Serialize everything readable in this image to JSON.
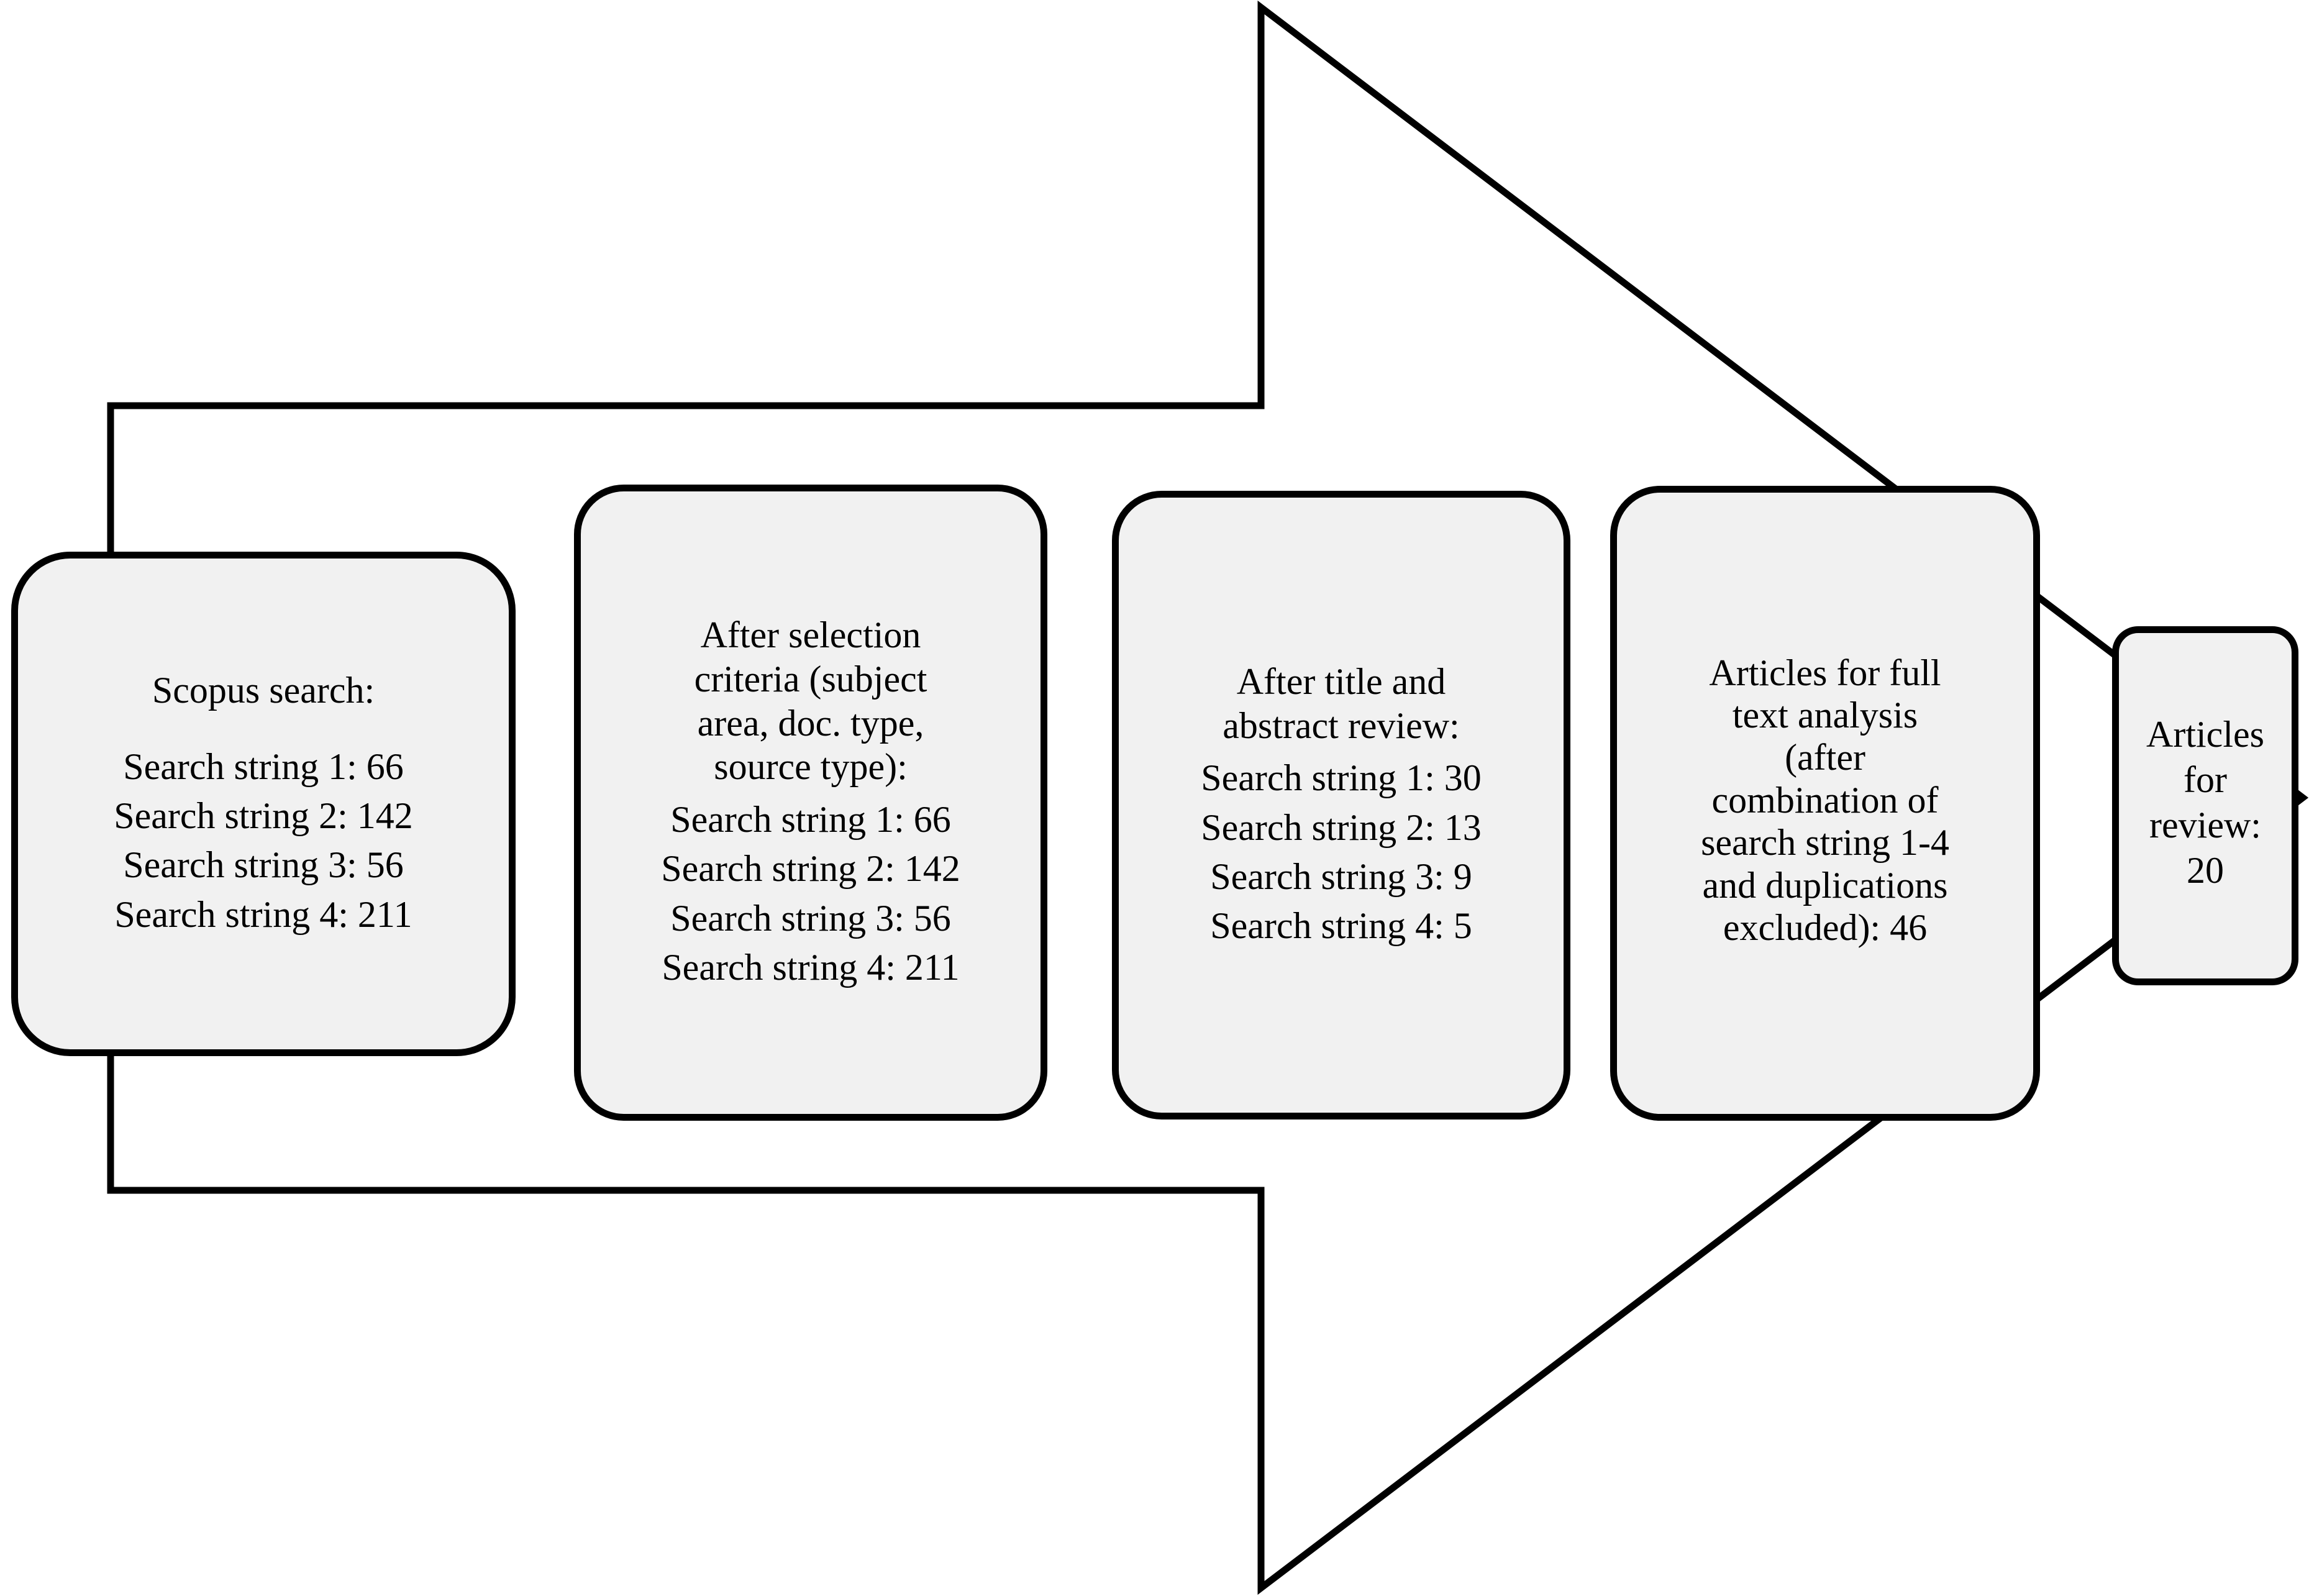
{
  "diagram": {
    "title": "Literature search and screening flow",
    "background_color": "#ffffff",
    "box_fill_color": "#f1f1f1",
    "box_border_color": "#000000",
    "arrow_line_color": "#000000",
    "arrow_shape_name": "right-pointing-block-arrow"
  },
  "stages": [
    {
      "id": "scopus-search",
      "heading": "Scopus search:",
      "lines": [
        "Search string 1: 66",
        "Search string 2: 142",
        "Search string 3: 56",
        "Search string 4: 211"
      ]
    },
    {
      "id": "after-selection-criteria",
      "heading": "After selection\ncriteria (subject\narea, doc. type,\nsource type):",
      "lines": [
        "Search string 1: 66",
        "Search string 2: 142",
        "Search string 3: 56",
        "Search string 4: 211"
      ]
    },
    {
      "id": "after-title-abstract-review",
      "heading": "After title and\nabstract review:",
      "lines": [
        "Search string 1: 30",
        "Search string 2: 13",
        "Search string 3: 9",
        "Search string 4: 5"
      ]
    },
    {
      "id": "articles-for-full-text-analysis",
      "heading": "Articles for full\ntext analysis\n(after\ncombination of\nsearch string 1-4\nand duplications\nexcluded): 46",
      "lines": []
    },
    {
      "id": "articles-for-review",
      "heading": "Articles\nfor\nreview:\n20",
      "lines": []
    }
  ],
  "chart_data": {
    "type": "table",
    "title": "Literature search and screening counts by stage",
    "categories": [
      "Search string 1",
      "Search string 2",
      "Search string 3",
      "Search string 4"
    ],
    "series": [
      {
        "name": "Scopus search",
        "values": [
          66,
          142,
          56,
          211
        ]
      },
      {
        "name": "After selection criteria (subject area, doc. type, source type)",
        "values": [
          66,
          142,
          56,
          211
        ]
      },
      {
        "name": "After title and abstract review",
        "values": [
          30,
          13,
          9,
          5
        ]
      }
    ],
    "totals": [
      {
        "name": "Articles for full text analysis (after combination of search string 1-4 and duplications excluded)",
        "value": 46
      },
      {
        "name": "Articles for review",
        "value": 20
      }
    ]
  }
}
